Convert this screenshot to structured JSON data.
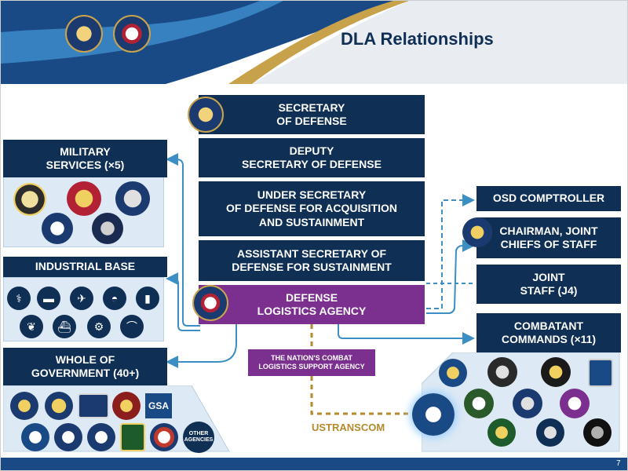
{
  "slide": {
    "title": "DLA Relationships",
    "page_number": "7"
  },
  "chain": {
    "secdef": "SECRETARY\nOF DEFENSE",
    "depsecdef": "DEPUTY\nSECRETARY OF DEFENSE",
    "usd": "UNDER SECRETARY\nOF DEFENSE FOR ACQUISITION\nAND SUSTAINMENT",
    "asd": "ASSISTANT SECRETARY OF\nDEFENSE FOR SUSTAINMENT",
    "dla": "DEFENSE\nLOGISTICS AGENCY"
  },
  "left": {
    "military_services": "MILITARY\nSERVICES (×5)",
    "industrial_base": "INDUSTRIAL BASE",
    "whole_of_government": "WHOLE OF\nGOVERNMENT (40+)"
  },
  "right": {
    "osd_comptroller": "OSD COMPTROLLER",
    "cjcs": "CHAIRMAN, JOINT\nCHIEFS OF STAFF",
    "joint_staff": "JOINT\nSTAFF (J4)",
    "combatant_commands": "COMBATANT\nCOMMANDS (×11)"
  },
  "tagline": "THE NATION'S COMBAT\nLOGISTICS SUPPORT AGENCY",
  "ustranscom": "USTRANSCOM",
  "gov_labels": {
    "gsa": "GSA",
    "other_agencies": "OTHER\nAGENCIES"
  },
  "industrial_icons": [
    "caduceus-icon",
    "tank-icon",
    "aircraft-icon",
    "helmet-icon",
    "barrel-icon",
    "wheat-icon",
    "ship-icon",
    "gear-icon",
    "pipe-icon"
  ],
  "colors": {
    "navy": "#0f2f55",
    "purple": "#7b2f8e",
    "arrow_blue": "#3b8fc4",
    "gold_dashed": "#b48a2d",
    "panel": "#dde9f4"
  }
}
